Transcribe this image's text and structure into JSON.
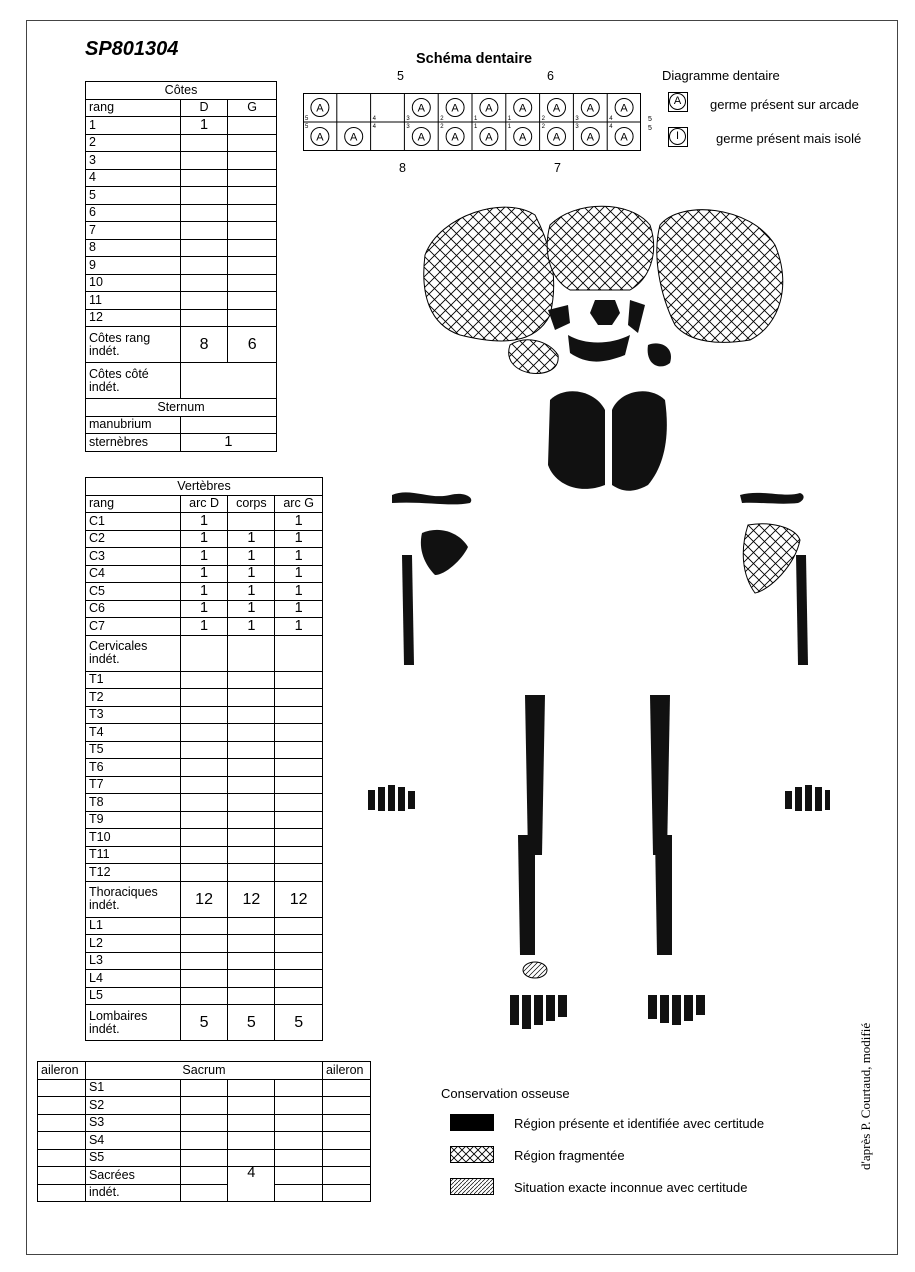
{
  "title": "SP801304",
  "cotes": {
    "header": "Côtes",
    "col_rang": "rang",
    "col_d": "D",
    "col_g": "G",
    "rows": [
      {
        "rang": "1",
        "d": "1",
        "g": ""
      },
      {
        "rang": "2",
        "d": "",
        "g": ""
      },
      {
        "rang": "3",
        "d": "",
        "g": ""
      },
      {
        "rang": "4",
        "d": "",
        "g": ""
      },
      {
        "rang": "5",
        "d": "",
        "g": ""
      },
      {
        "rang": "6",
        "d": "",
        "g": ""
      },
      {
        "rang": "7",
        "d": "",
        "g": ""
      },
      {
        "rang": "8",
        "d": "",
        "g": ""
      },
      {
        "rang": "9",
        "d": "",
        "g": ""
      },
      {
        "rang": "10",
        "d": "",
        "g": ""
      },
      {
        "rang": "11",
        "d": "",
        "g": ""
      },
      {
        "rang": "12",
        "d": "",
        "g": ""
      }
    ],
    "rang_indet_label": "Côtes rang indét.",
    "rang_indet_d": "8",
    "rang_indet_g": "6",
    "cote_indet_label": "Côtes côté indét.",
    "cote_indet_value": "",
    "sternum_header": "Sternum",
    "manubrium_label": "manubrium",
    "manubrium_value": "",
    "sternebres_label": "sternèbres",
    "sternebres_value": "1"
  },
  "vertebres": {
    "header": "Vertèbres",
    "col_rang": "rang",
    "col_arc_d": "arc D",
    "col_corps": "corps",
    "col_arc_g": "arc G",
    "cervical": [
      {
        "rang": "C1",
        "arc_d": "1",
        "corps": "",
        "arc_g": "1"
      },
      {
        "rang": "C2",
        "arc_d": "1",
        "corps": "1",
        "arc_g": "1"
      },
      {
        "rang": "C3",
        "arc_d": "1",
        "corps": "1",
        "arc_g": "1"
      },
      {
        "rang": "C4",
        "arc_d": "1",
        "corps": "1",
        "arc_g": "1"
      },
      {
        "rang": "C5",
        "arc_d": "1",
        "corps": "1",
        "arc_g": "1"
      },
      {
        "rang": "C6",
        "arc_d": "1",
        "corps": "1",
        "arc_g": "1"
      },
      {
        "rang": "C7",
        "arc_d": "1",
        "corps": "1",
        "arc_g": "1"
      }
    ],
    "cervical_indet_label": "Cervicales indét.",
    "thoracic": [
      "T1",
      "T2",
      "T3",
      "T4",
      "T5",
      "T6",
      "T7",
      "T8",
      "T9",
      "T10",
      "T11",
      "T12"
    ],
    "thoracic_indet_label": "Thoraciques indét.",
    "thoracic_indet": {
      "arc_d": "12",
      "corps": "12",
      "arc_g": "12"
    },
    "lumbar": [
      "L1",
      "L2",
      "L3",
      "L4",
      "L5"
    ],
    "lumbar_indet_label": "Lombaires indét.",
    "lumbar_indet": {
      "arc_d": "5",
      "corps": "5",
      "arc_g": "5"
    }
  },
  "sacrum": {
    "aileron_left": "aileron",
    "header": "Sacrum",
    "aileron_right": "aileron",
    "rows": [
      "S1",
      "S2",
      "S3",
      "S4",
      "S5"
    ],
    "indet_label_1": "Sacrées",
    "indet_label_2": "indét.",
    "indet_corps": "4"
  },
  "dental": {
    "title": "Schéma dentaire",
    "q5": "5",
    "q6": "6",
    "q8": "8",
    "q7": "7",
    "upper": [
      "A",
      "",
      "",
      "A",
      "A",
      "A",
      "A",
      "A",
      "A",
      "A"
    ],
    "lower": [
      "A",
      "A",
      "",
      "A",
      "A",
      "A",
      "A",
      "A",
      "A",
      "A"
    ],
    "upper_sub": [
      "5",
      "",
      "4",
      "3",
      "2",
      "1",
      "1",
      "2",
      "3",
      "4",
      "5"
    ],
    "lower_sub": [
      "5",
      "",
      "4",
      "3",
      "2",
      "1",
      "1",
      "2",
      "3",
      "4",
      "5"
    ],
    "legend_title": "Diagramme dentaire",
    "legend_a_symbol": "A",
    "legend_a_text": "germe présent sur arcade",
    "legend_i_symbol": "I",
    "legend_i_text": "germe présent mais isolé"
  },
  "conservation": {
    "title": "Conservation osseuse",
    "present": "Région présente et identifiée avec certitude",
    "fragmented": "Région fragmentée",
    "unknown": "Situation exacte inconnue avec certitude"
  },
  "credit": "d'après P. Courtaud, modifié"
}
